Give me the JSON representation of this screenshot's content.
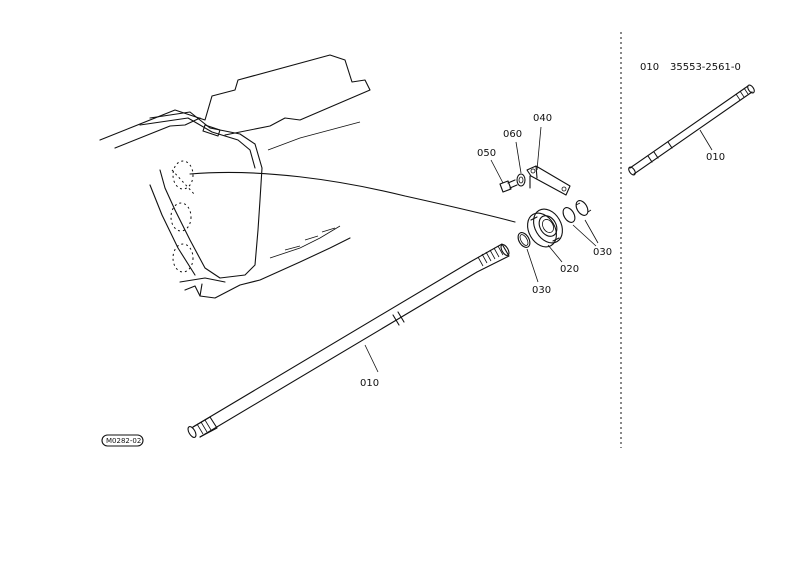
{
  "alternate_part": {
    "ref": "010",
    "part_number": "35553-2561-0",
    "label": "010"
  },
  "callouts": {
    "shaft": "010",
    "bearing": "020",
    "snap_ring_right": "030",
    "snap_ring_left": "030",
    "bracket": "040",
    "washer": "060",
    "bolt": "050"
  },
  "figure_code": "M0282-02"
}
